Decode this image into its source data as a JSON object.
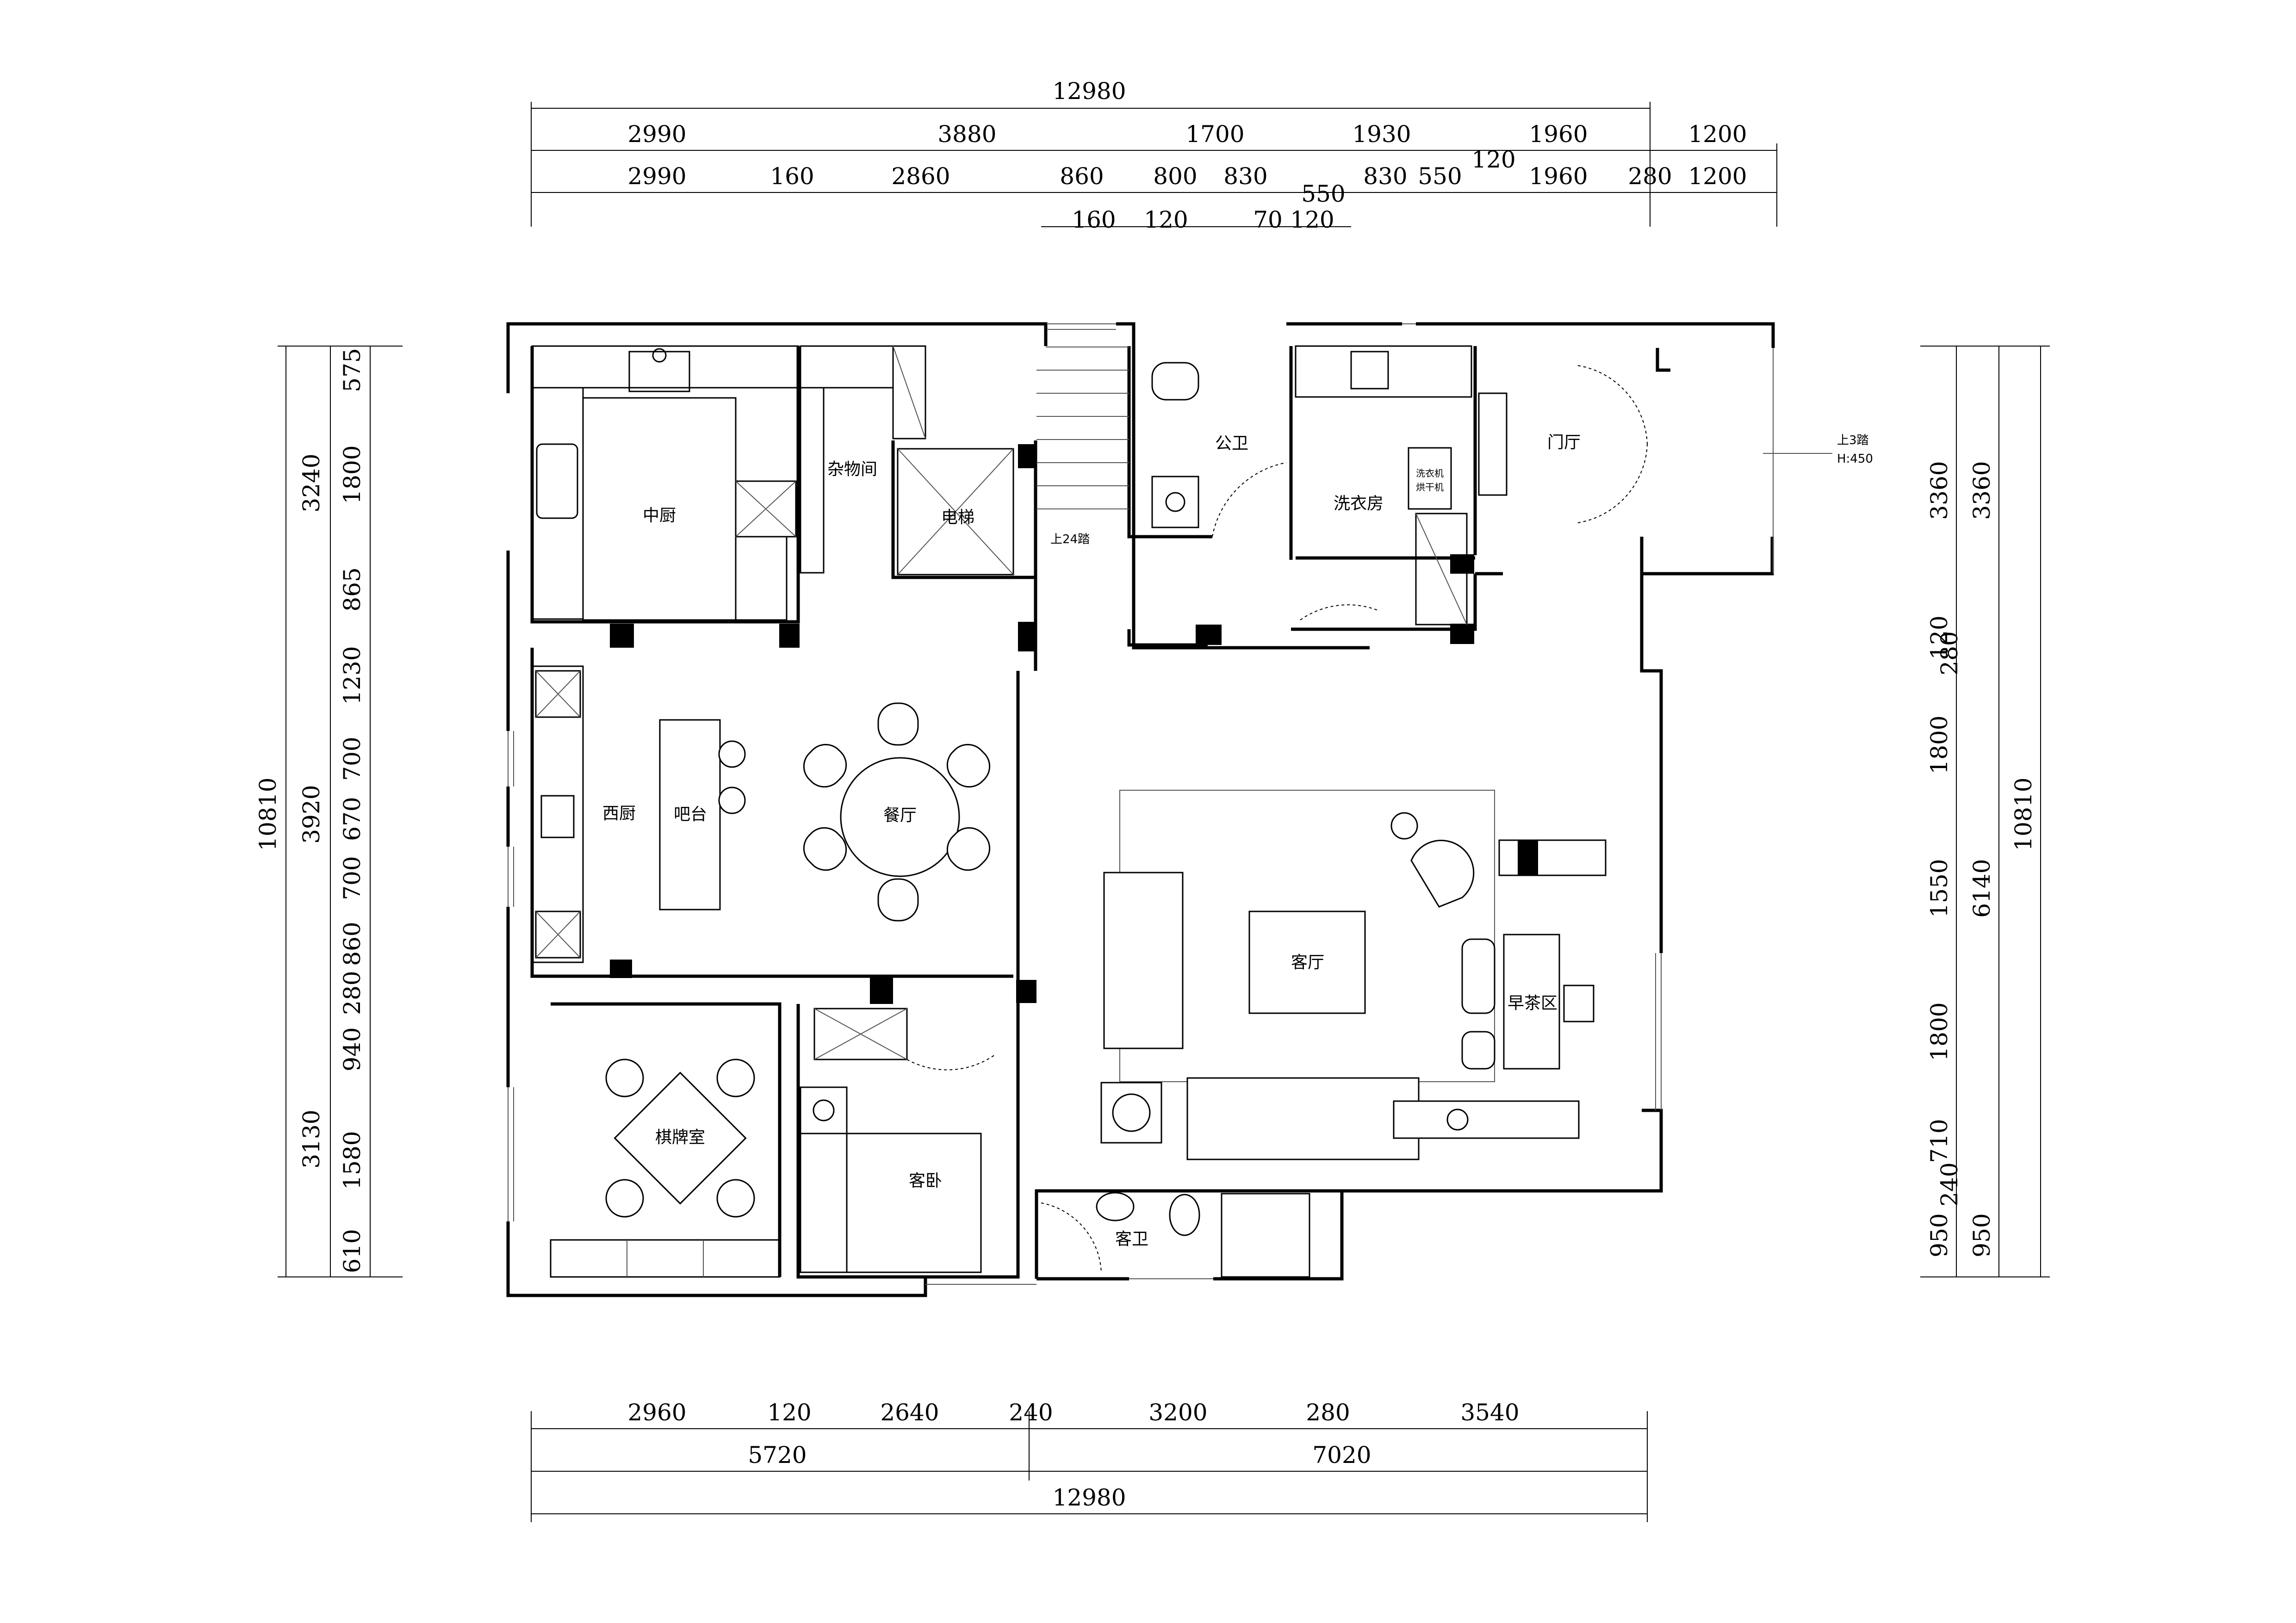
{
  "dimensions": {
    "top": {
      "total": "12980",
      "row1": [
        "2990",
        "3880",
        "1700",
        "1930",
        "120",
        "1960",
        "1200"
      ],
      "row2": [
        "2990",
        "160",
        "2860",
        "860",
        "800",
        "830",
        "550",
        "830",
        "550",
        "1960",
        "280",
        "1200"
      ],
      "row3": [
        "160",
        "120",
        "70",
        "120"
      ]
    },
    "bottom": {
      "row1": [
        "2960",
        "120",
        "2640",
        "240",
        "3200",
        "280",
        "3540"
      ],
      "row2": [
        "5720",
        "7020"
      ],
      "total": "12980"
    },
    "left": {
      "total": "10810",
      "outer": [
        "3240",
        "3920",
        "3130"
      ],
      "inner": [
        "575",
        "1800",
        "865",
        "1230",
        "700",
        "670",
        "700",
        "860",
        "280",
        "940",
        "1580",
        "610"
      ]
    },
    "right": {
      "total": "10810",
      "outer": [
        "3360",
        "6140",
        "950"
      ],
      "inner": [
        "3360",
        "120",
        "280",
        "1800",
        "1550",
        "1800",
        "710",
        "240",
        "950"
      ]
    }
  },
  "rooms": {
    "kitchen_chinese": "中厨",
    "storage": "杂物间",
    "elevator": "电梯",
    "public_bathroom": "公卫",
    "laundry": "洗衣房",
    "foyer": "门厅",
    "western_kitchen": "西厨",
    "bar": "吧台",
    "dining": "餐厅",
    "living": "客厅",
    "tea_area": "早茶区",
    "card_room": "棋牌室",
    "guest_bedroom": "客卧",
    "guest_bathroom": "客卫"
  },
  "annotations": {
    "stairs_up": "上24踏",
    "entrance_steps": "上3踏",
    "entrance_height": "H:450",
    "washer": "洗衣机",
    "dryer": "烘干机"
  }
}
